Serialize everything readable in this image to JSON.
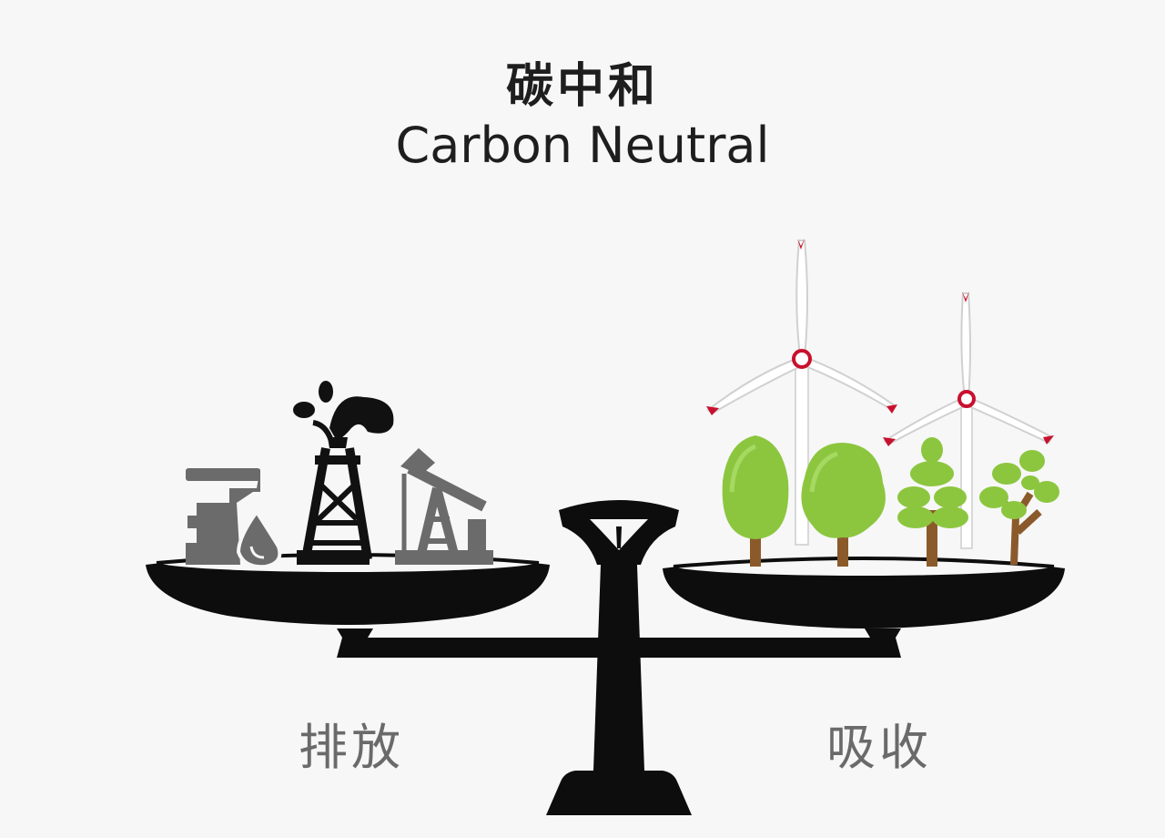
{
  "title": {
    "zh": "碳中和",
    "en": "Carbon Neutral"
  },
  "left_pan": {
    "label": "排放",
    "icons": [
      "oil-barrel-icon",
      "oil-drop-icon",
      "oil-derrick-icon",
      "oil-pumpjack-icon"
    ]
  },
  "right_pan": {
    "label": "吸收",
    "icons": [
      "wind-turbine-icon",
      "wind-turbine-icon",
      "tree-icon",
      "tree-icon",
      "tree-icon",
      "tree-icon"
    ]
  },
  "colors": {
    "scale": "#0d0d0d",
    "emission_icons": "#6b6b6b",
    "emission_dark": "#111111",
    "tree_foliage": "#8cc63f",
    "tree_trunk": "#8b5a2b",
    "turbine_accent": "#c8102e"
  }
}
